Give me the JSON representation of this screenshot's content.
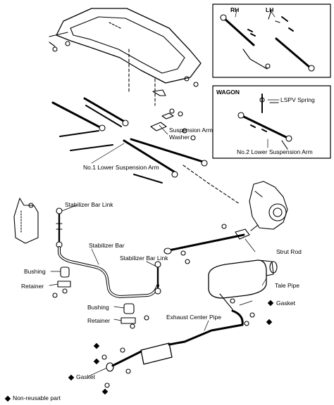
{
  "inset_side": {
    "rh": "RH",
    "lh": "LH"
  },
  "wagon": {
    "title": "WAGON",
    "lspv_spring": "LSPV Spring",
    "no2_arm": "No.2 Lower Suspension Arm"
  },
  "labels": {
    "suspension_arm_washer_1": "Suspension Arm",
    "suspension_arm_washer_2": "Washer",
    "no1_arm": "No.1 Lower Suspension Arm",
    "stabilizer_bar_link_top": "Stabilizer Bar Link",
    "stabilizer_bar": "Stabilizer Bar",
    "stabilizer_bar_link_mid": "Stabilizer Bar Link",
    "strut_rod": "Strut Rod",
    "tale_pipe": "Tale Pipe",
    "gasket_right": "Gasket",
    "bushing_left": "Bushing",
    "retainer_left": "Retainer",
    "bushing_mid": "Bushing",
    "retainer_mid": "Retainer",
    "exhaust_center_pipe": "Exhaust Center Pipe",
    "gasket_left": "Gasket"
  },
  "legend": {
    "non_reusable": "Non-reusable part"
  },
  "colors": {
    "ink": "#000000",
    "paper": "#ffffff"
  }
}
